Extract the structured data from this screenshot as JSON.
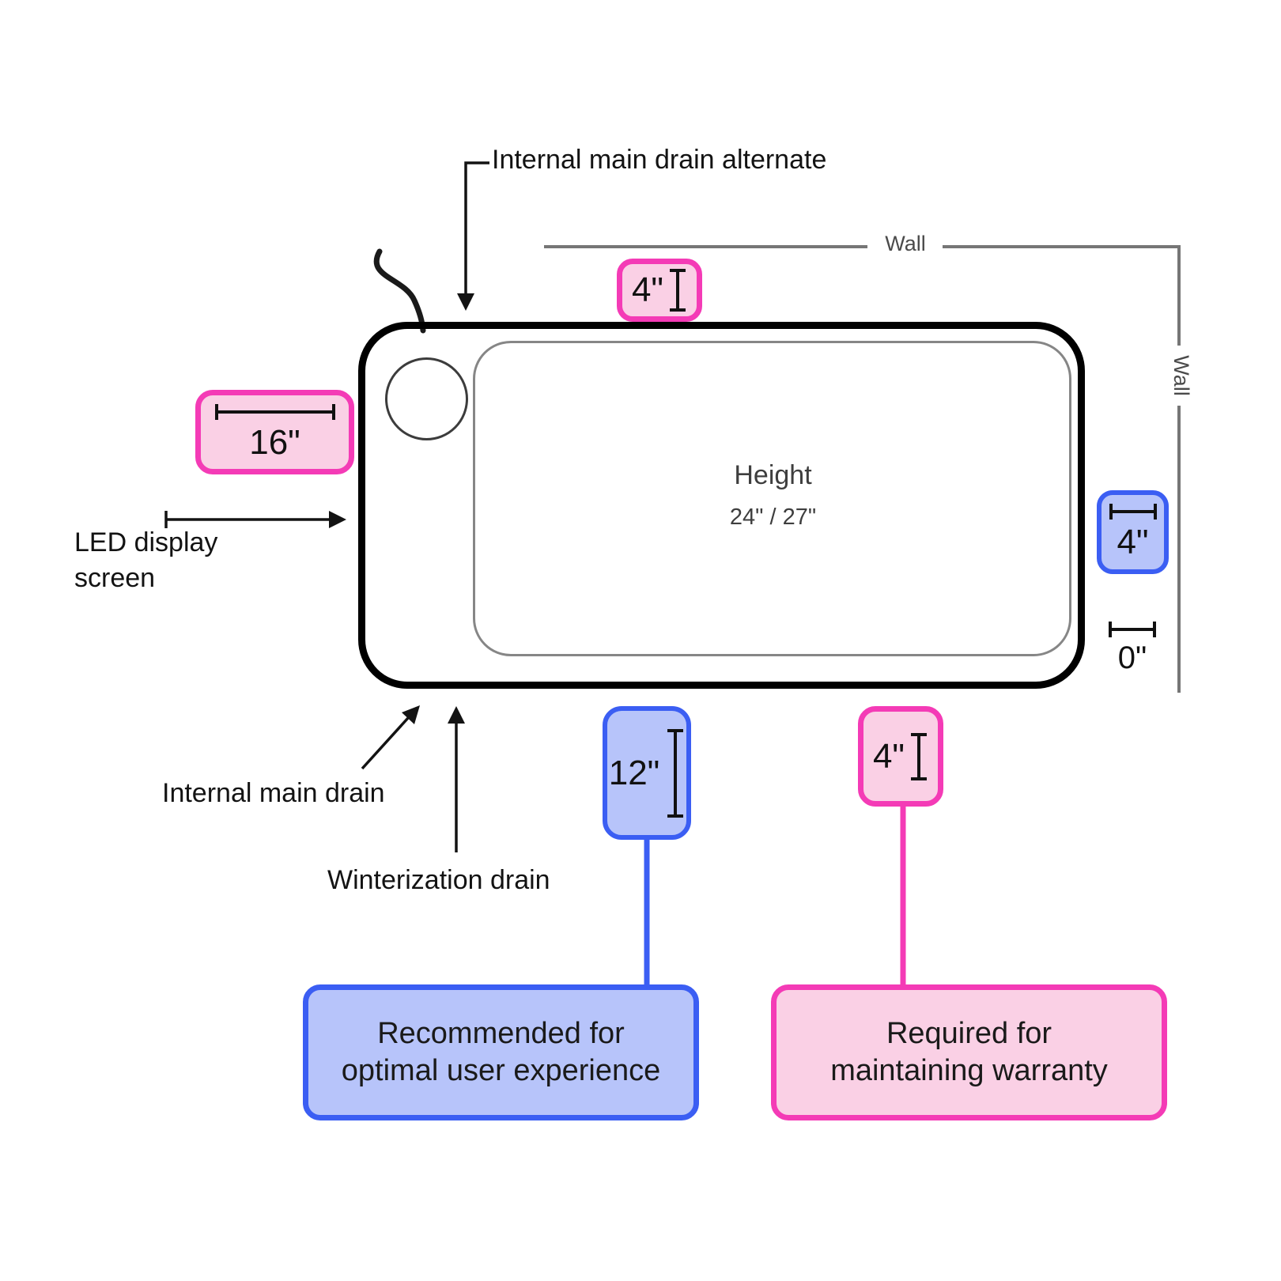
{
  "diagram": {
    "device": {
      "height_title": "Height",
      "height_value": "24\" / 27\""
    },
    "walls": {
      "top": "Wall",
      "right": "Wall"
    },
    "callouts": {
      "internal_main_drain_alternate": "Internal main drain alternate",
      "led_display_line1": "LED display",
      "led_display_line2": "screen",
      "internal_main_drain": "Internal main drain",
      "winterization_drain": "Winterization drain"
    },
    "measurements": {
      "top_required": "4\"",
      "left_required": "16\"",
      "right_recommended": "4\"",
      "right_zero": "0\"",
      "bottom_recommended": "12\"",
      "bottom_required": "4\""
    },
    "legend": {
      "recommended_line1": "Recommended for",
      "recommended_line2": "optimal user experience",
      "required_line1": "Required for",
      "required_line2": "maintaining warranty"
    },
    "colors": {
      "pink_border": "#F43BB6",
      "pink_fill": "#FAD0E5",
      "blue_border": "#3B5EF3",
      "blue_fill": "#B7C4FA",
      "wall_line": "#767676",
      "wall_text": "#4A4A4A",
      "label_text": "#131313",
      "height_text": "#3E3E3E",
      "device_outline": "#000000",
      "inner_outline": "#868686"
    }
  }
}
